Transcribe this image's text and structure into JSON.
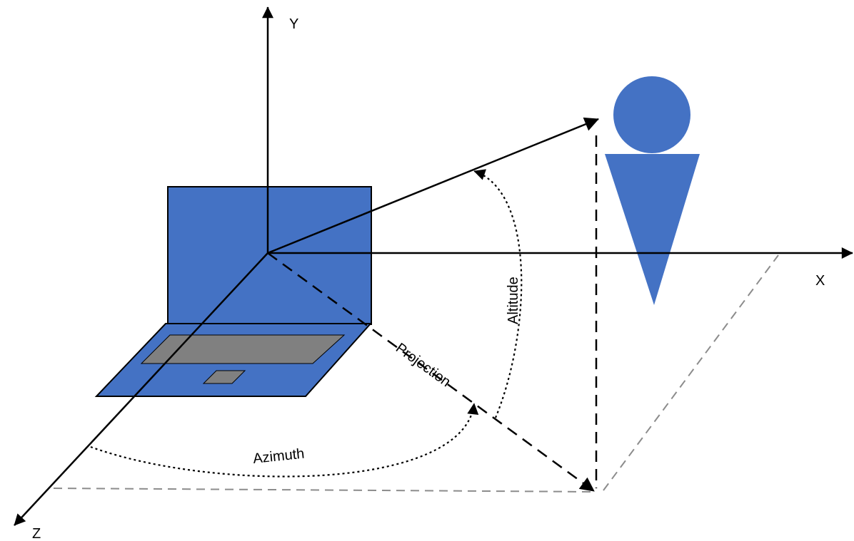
{
  "diagram": {
    "axes": {
      "x_label": "X",
      "y_label": "Y",
      "z_label": "Z"
    },
    "labels": {
      "projection": "Projection",
      "altitude": "Altitude",
      "azimuth": "Azimuth"
    }
  },
  "colors": {
    "device_blue": "#4472C4",
    "trackpad_gray": "#808080",
    "ground_plane_gray": "#8C8C8C",
    "line_black": "#000000"
  },
  "icons": [
    "laptop-icon",
    "person-icon"
  ]
}
